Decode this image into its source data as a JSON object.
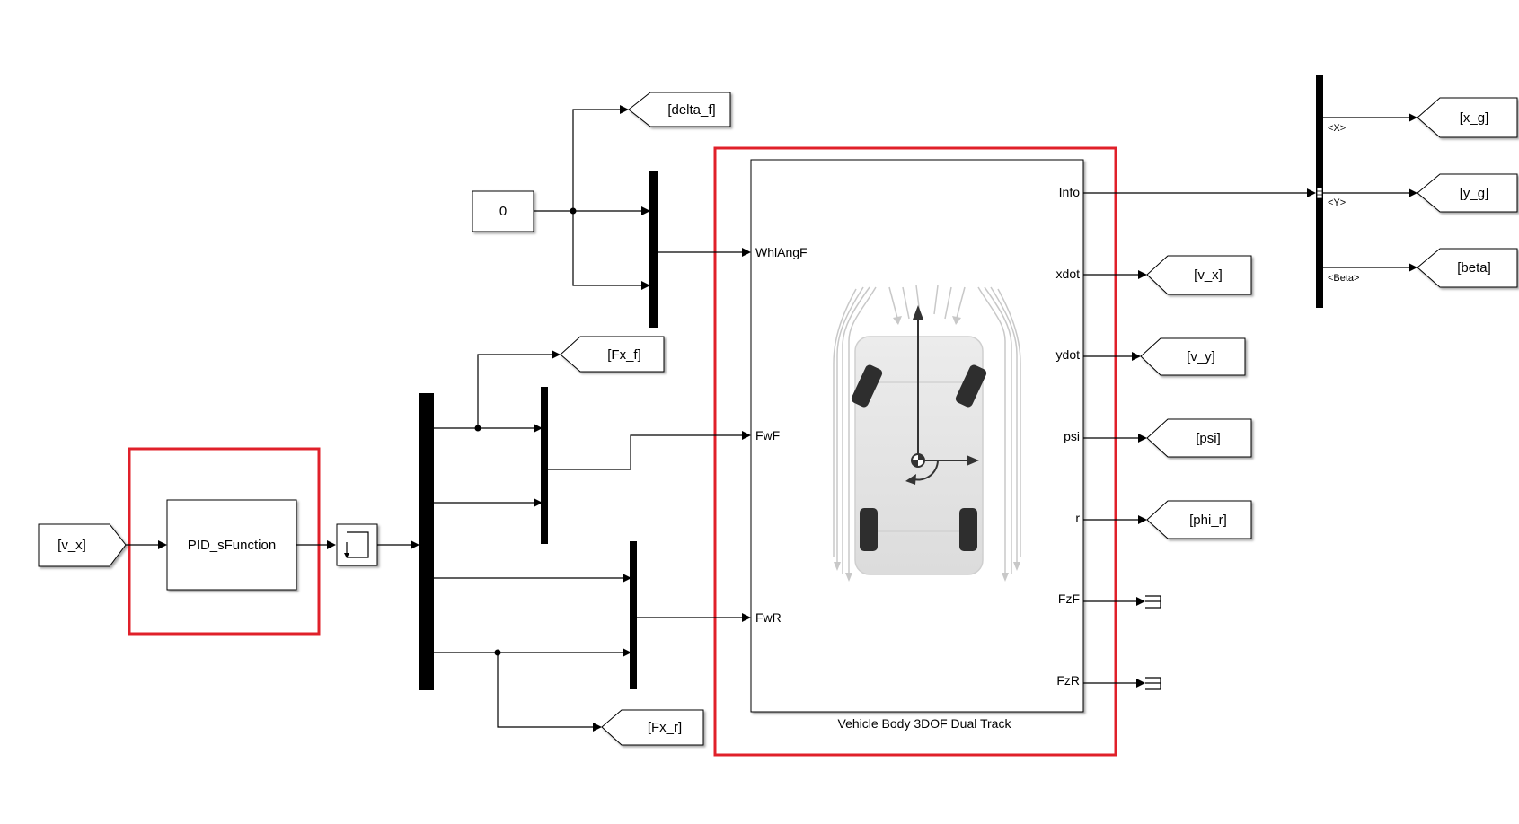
{
  "diagram": {
    "constant_block": {
      "value": "0"
    },
    "from_block": {
      "tag": "[v_x]"
    },
    "pid_block": {
      "label": "PID_sFunction"
    },
    "vehicle_block": {
      "caption": "Vehicle Body 3DOF Dual Track",
      "inputs": [
        "WhlAngF",
        "FwF",
        "FwR"
      ],
      "outputs": [
        "Info",
        "xdot",
        "ydot",
        "psi",
        "r",
        "FzF",
        "FzR"
      ]
    },
    "goto_tags": {
      "delta_f": "[delta_f]",
      "fx_f": "[Fx_f]",
      "fx_r": "[Fx_r]",
      "v_x": "[v_x]",
      "v_y": "[v_y]",
      "psi": "[psi]",
      "phi_r": "[phi_r]",
      "x_g": "[x_g]",
      "y_g": "[y_g]",
      "beta": "[beta]"
    },
    "bus_selector_signals": [
      "<X>",
      "<Y>",
      "<Beta>"
    ],
    "colors": {
      "highlight": "#e0202a",
      "line": "#000000",
      "block_fill": "#ffffff"
    }
  }
}
